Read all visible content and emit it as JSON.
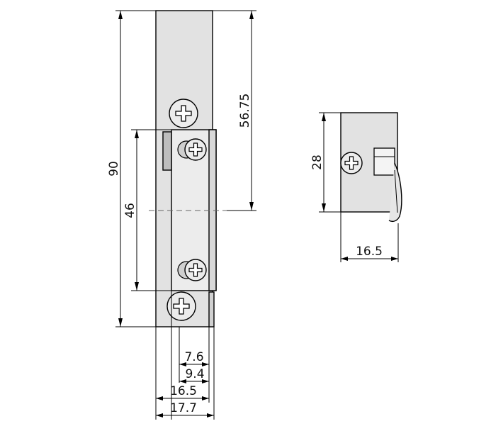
{
  "dimensions": {
    "height_total": "90",
    "faceplate_top": "56.75",
    "keeper_height": "46",
    "side_height": "28",
    "side_width": "16.5",
    "width_7_6": "7.6",
    "width_9_4": "9.4",
    "width_16_5": "16.5",
    "width_17_7": "17.7"
  },
  "icons": [
    "phillips-screw-icon"
  ]
}
